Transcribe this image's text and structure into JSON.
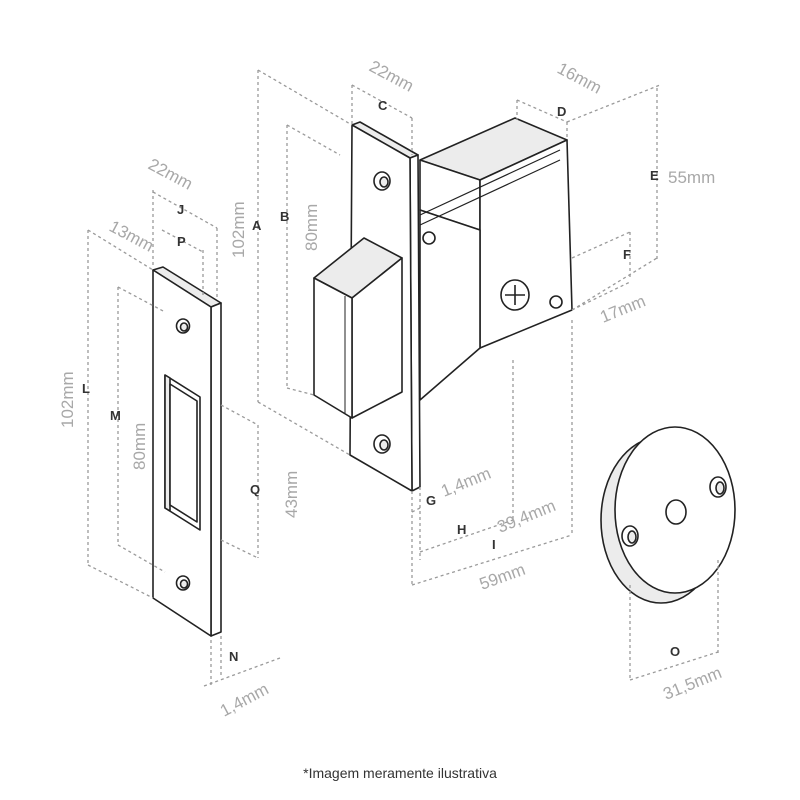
{
  "letters": {
    "A": "A",
    "B": "B",
    "C": "C",
    "D": "D",
    "E": "E",
    "F": "F",
    "G": "G",
    "H": "H",
    "I": "I",
    "J": "J",
    "P": "P",
    "L": "L",
    "M": "M",
    "Q": "Q",
    "N": "N",
    "O": "O"
  },
  "measures": {
    "C": "22mm",
    "D": "16mm",
    "E": "55mm",
    "F": "17mm",
    "A": "102mm",
    "B": "80mm",
    "G": "1,4mm",
    "H": "39,4mm",
    "I": "59mm",
    "J": "22mm",
    "P": "13mm",
    "L": "102mm",
    "M": "80mm",
    "Q": "43mm",
    "N": "1,4mm",
    "O": "31,5mm"
  },
  "caption": "*Imagem meramente ilustrativa"
}
